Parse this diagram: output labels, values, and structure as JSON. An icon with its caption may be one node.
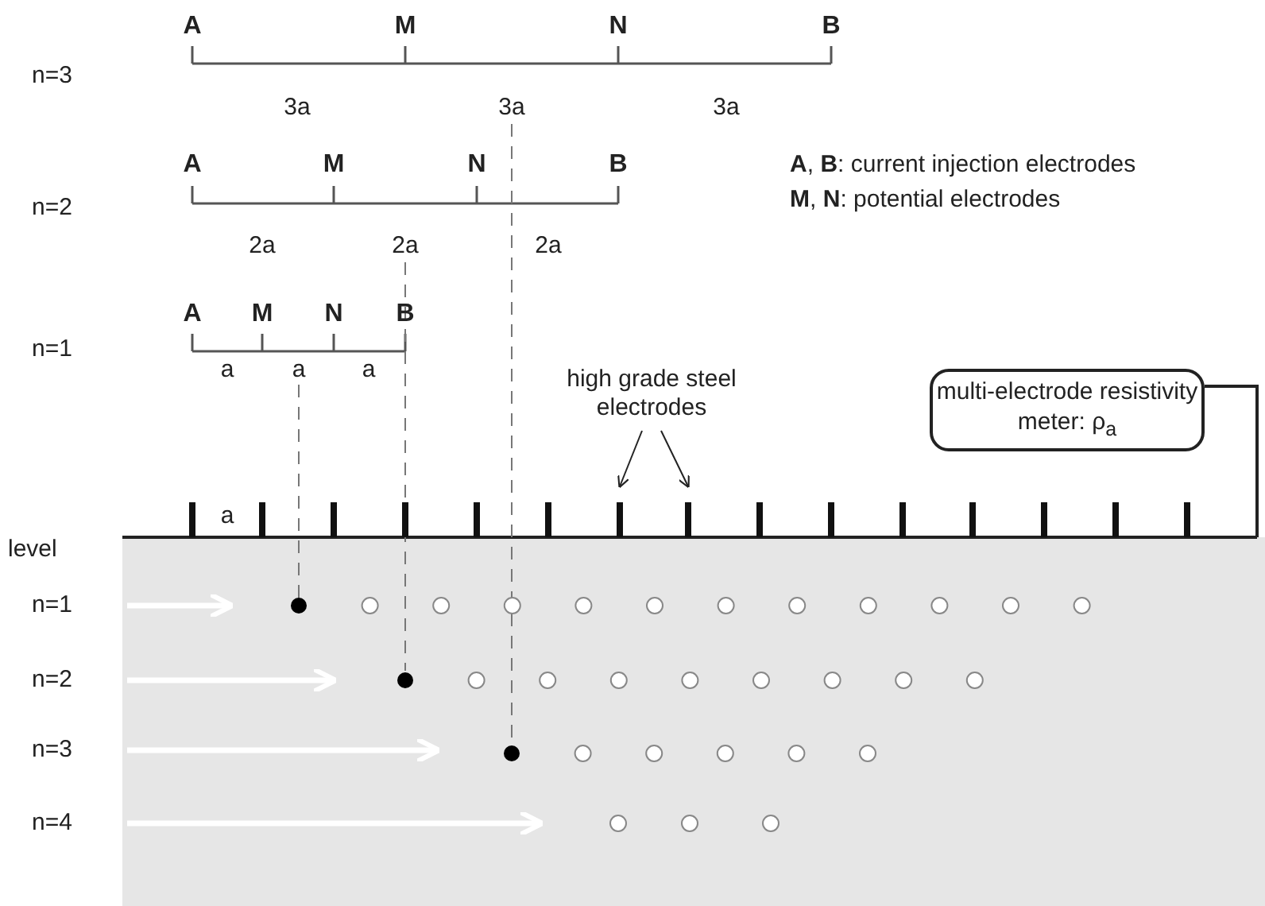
{
  "diagram": {
    "nodes": [
      {
        "text": [
          "multi-electrode resistivity meter: ρ$_{a}$"
        ]
      },
      {
        "text": [
          "high grade steel electrodes"
        ]
      },
      {
        "text": [],
        "shape": "bar"
      },
      {
        "text": [],
        "shape": "bar"
      }
    ],
    "edges": [
      {
        "from": 1,
        "to": 2,
        "arrow": "to"
      },
      {
        "from": 1,
        "to": 3,
        "arrow": "to"
      },
      {
        "from": 0,
        "to": null,
        "arrow": "none"
      }
    ],
    "labels": [
      "n=3",
      "A",
      "M",
      "N",
      "B",
      "3a",
      "3a",
      "3a",
      "n=2",
      "A",
      "M",
      "N",
      "B",
      "2a",
      "2a",
      "2a",
      "**A**, **B**: current injection electrodes",
      "**M**, **N**: potential electrodes",
      "n=1",
      "A",
      "M",
      "N",
      "B",
      "a",
      "a",
      "a",
      "a",
      "level",
      "n=1",
      "n=2",
      "n=3",
      "n=4"
    ]
  }
}
